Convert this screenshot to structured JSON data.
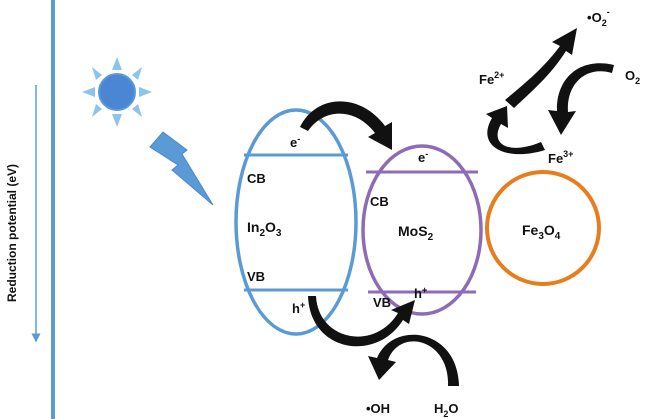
{
  "axis": {
    "label": "Reduction potential (eV)"
  },
  "in2o3": {
    "base": "In",
    "sub1": "2",
    "mid": "O",
    "sub2": "3",
    "cb": "CB",
    "vb": "VB",
    "electron": "e",
    "electron_sup": "-",
    "hole": "h",
    "hole_sup": "+",
    "color": "#5b9bd5"
  },
  "mos2": {
    "base": "MoS",
    "sub": "2",
    "cb": "CB",
    "vb": "VB",
    "electron": "e",
    "electron_sup": "-",
    "hole": "h",
    "hole_sup": "+",
    "color": "#8e6bb5"
  },
  "fe3o4": {
    "base": "Fe",
    "sub1": "3",
    "mid": "O",
    "sub2": "4",
    "color": "#e87d1e"
  },
  "species": {
    "fe2": "Fe",
    "fe2_sup": "2+",
    "fe3": "Fe",
    "fe3_sup": "3+",
    "o2": "O",
    "o2_sub": "2",
    "superoxide_dot": "•",
    "superoxide": "O",
    "superoxide_sub": "2",
    "superoxide_sup": "-",
    "oh": "•OH",
    "h2o_h": "H",
    "h2o_sub": "2",
    "h2o_o": "O"
  },
  "colors": {
    "axis": "#5b9bd5",
    "sun": "#4a86d4",
    "arrow": "#111111"
  }
}
